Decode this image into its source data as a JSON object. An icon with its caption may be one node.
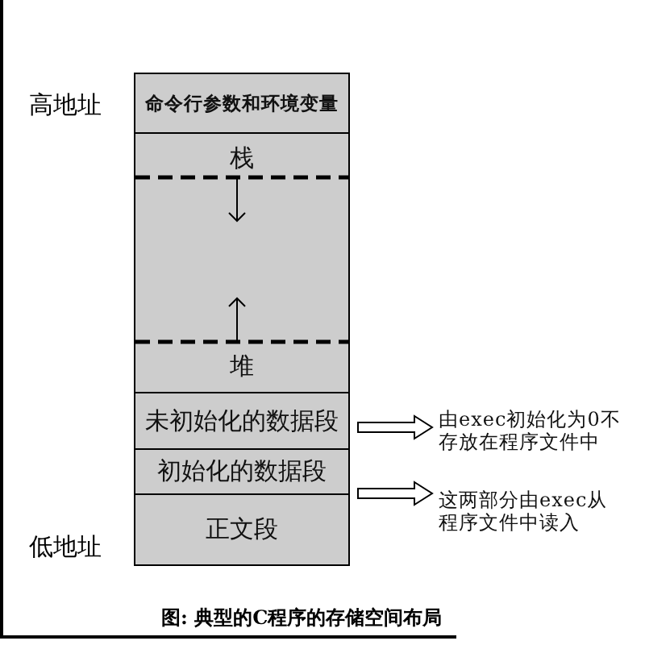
{
  "diagram": {
    "caption": "图: 典型的C程序的存储空间布局",
    "nodes": [
      {
        "text": [
          "命令行参数和环境变量"
        ]
      },
      {
        "text": [
          "栈"
        ]
      },
      {
        "text": [
          "堆"
        ]
      },
      {
        "text": [
          "未初始化的数据段"
        ]
      },
      {
        "text": [
          "初始化的数据段"
        ]
      },
      {
        "text": [
          "正文段"
        ]
      },
      {
        "text": [
          "由exec初始化为0不存放在程序文件中"
        ]
      },
      {
        "text": [
          "这两部分由exec从程序文件中读入"
        ]
      }
    ],
    "edges": [
      {
        "from": 3,
        "to": 6,
        "arrow": "to"
      },
      {
        "from": 4,
        "to": 7,
        "arrow": "to"
      },
      {
        "from": 5,
        "to": 7,
        "arrow": "to"
      }
    ],
    "labels": [
      "高地址",
      "低地址"
    ]
  }
}
